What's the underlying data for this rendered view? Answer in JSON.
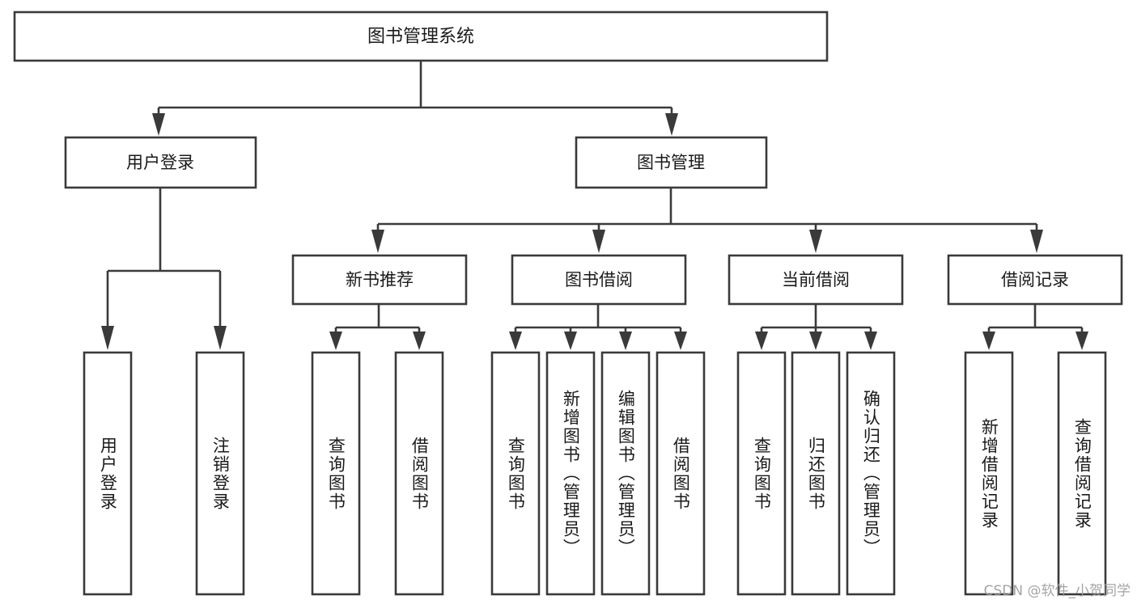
{
  "diagram": {
    "type": "tree-hierarchy",
    "title": "图书管理系统",
    "watermark": "CSDN @软件_小贺同学",
    "colors": {
      "stroke": "#3a3a3a",
      "box_fill": "#ffffff",
      "text": "#1a1a1a",
      "background": "#ffffff",
      "watermark": "#9d9d9d"
    },
    "root": {
      "label": "图书管理系统"
    },
    "level2": [
      {
        "label": "用户登录"
      },
      {
        "label": "图书管理"
      }
    ],
    "level3": [
      {
        "label": "新书推荐"
      },
      {
        "label": "图书借阅"
      },
      {
        "label": "当前借阅"
      },
      {
        "label": "借阅记录"
      }
    ],
    "leaves": {
      "user_login": [
        {
          "label": "用户登录"
        },
        {
          "label": "注销登录"
        }
      ],
      "new_book_recommend": [
        {
          "label": "查询图书"
        },
        {
          "label": "借阅图书"
        }
      ],
      "book_borrow": [
        {
          "label": "查询图书"
        },
        {
          "label": "新增图书（管理员）"
        },
        {
          "label": "编辑图书（管理员）"
        },
        {
          "label": "借阅图书"
        }
      ],
      "current_borrow": [
        {
          "label": "查询图书"
        },
        {
          "label": "归还图书"
        },
        {
          "label": "确认归还（管理员）"
        }
      ],
      "borrow_record": [
        {
          "label": "新增借阅记录"
        },
        {
          "label": "查询借阅记录"
        }
      ]
    }
  }
}
